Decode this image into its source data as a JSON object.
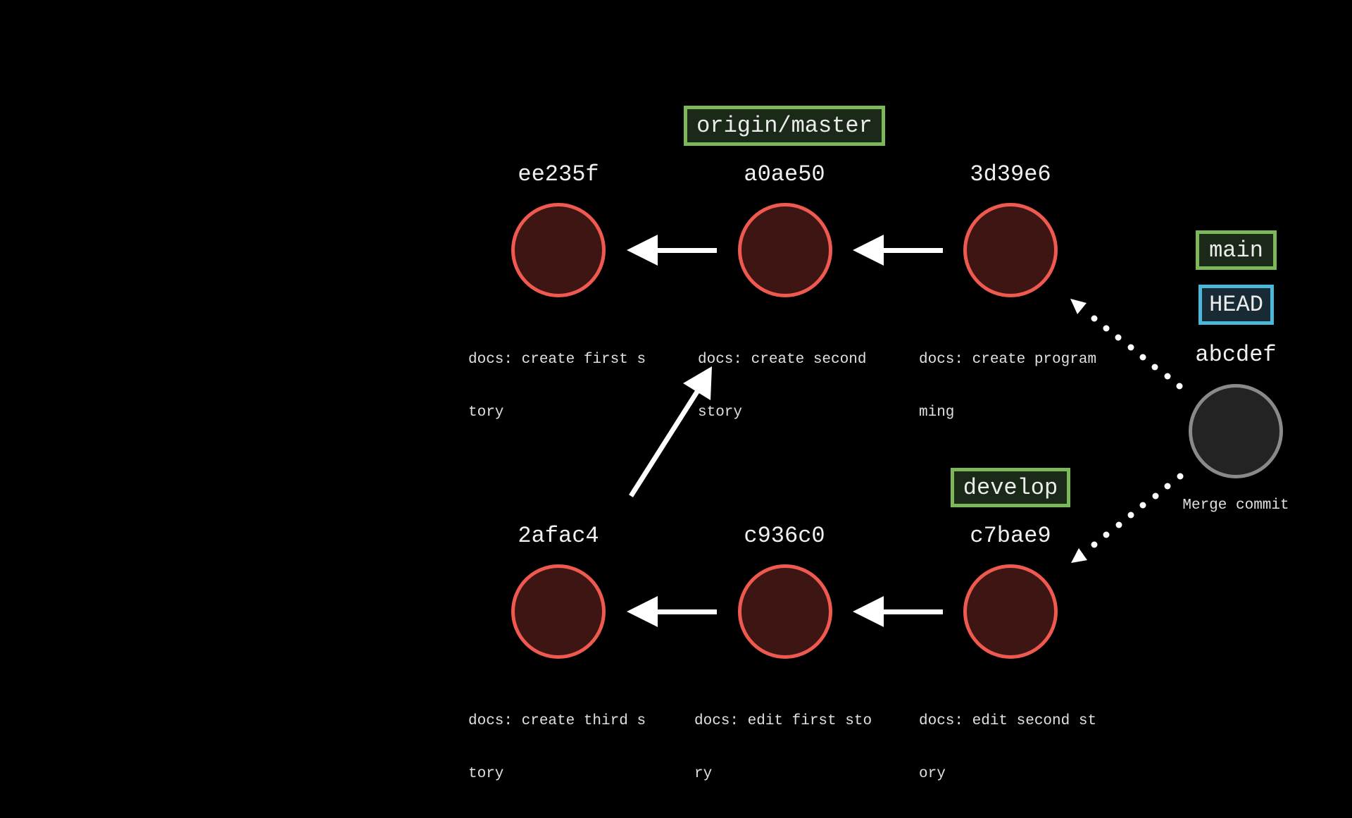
{
  "colors": {
    "background": "#000000",
    "commit_stroke": "#f0594f",
    "commit_fill": "#3d1614",
    "merge_stroke": "#8a8a8a",
    "merge_fill": "#232323",
    "branch_border": "#7cb85a",
    "branch_fill": "#1b2a18",
    "head_border": "#4ab8d8",
    "head_fill": "#182a33",
    "arrow": "#ffffff"
  },
  "commits": [
    {
      "hash": "ee235f",
      "message_line1": "docs: create first s",
      "message_line2": "tory",
      "row": "top",
      "col": 0
    },
    {
      "hash": "a0ae50",
      "message_line1": "docs: create second",
      "message_line2": "story",
      "row": "top",
      "col": 1
    },
    {
      "hash": "3d39e6",
      "message_line1": "docs: create program",
      "message_line2": "ming",
      "row": "top",
      "col": 2
    },
    {
      "hash": "2afac4",
      "message_line1": "docs: create third s",
      "message_line2": "tory",
      "row": "bottom",
      "col": 0
    },
    {
      "hash": "c936c0",
      "message_line1": "docs: edit first sto",
      "message_line2": "ry",
      "row": "bottom",
      "col": 1
    },
    {
      "hash": "c7bae9",
      "message_line1": "docs: edit second st",
      "message_line2": "ory",
      "row": "bottom",
      "col": 2
    }
  ],
  "merge_commit": {
    "hash": "abcdef",
    "message": "Merge commit"
  },
  "refs": {
    "origin_master": "origin/master",
    "main": "main",
    "head": "HEAD",
    "develop": "develop"
  },
  "edges": [
    {
      "from": "a0ae50",
      "to": "ee235f",
      "style": "solid"
    },
    {
      "from": "3d39e6",
      "to": "a0ae50",
      "style": "solid"
    },
    {
      "from": "c936c0",
      "to": "2afac4",
      "style": "solid"
    },
    {
      "from": "c7bae9",
      "to": "c936c0",
      "style": "solid"
    },
    {
      "from": "2afac4",
      "to": "a0ae50",
      "style": "solid"
    },
    {
      "from": "abcdef",
      "to": "3d39e6",
      "style": "dotted"
    },
    {
      "from": "abcdef",
      "to": "c7bae9",
      "style": "dotted"
    }
  ]
}
